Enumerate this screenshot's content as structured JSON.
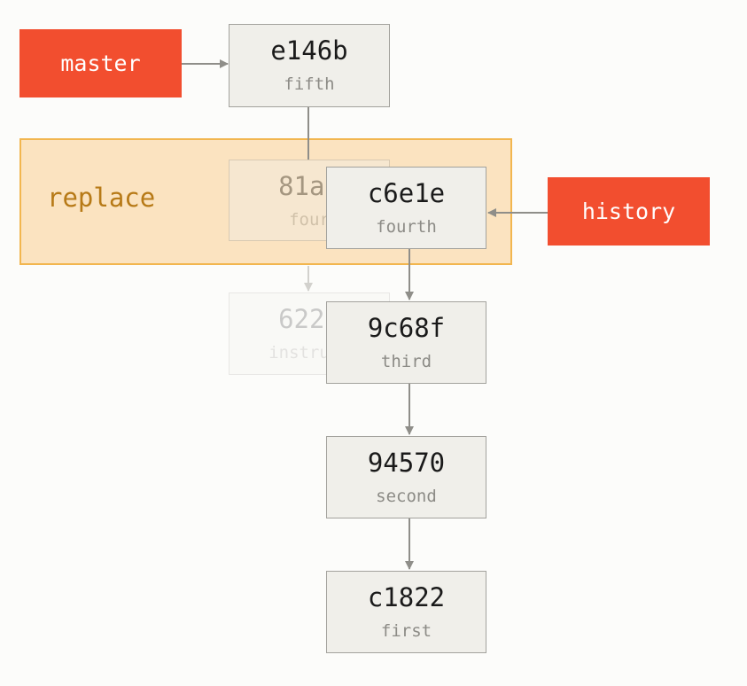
{
  "refs": {
    "master": "master",
    "history": "history",
    "replace": "replace"
  },
  "commits": {
    "e146b": {
      "hash": "e146b",
      "msg": "fifth"
    },
    "81a7": {
      "hash": "81a7",
      "msg": "four"
    },
    "622e": {
      "hash": "622e",
      "msg": "instruct"
    },
    "c6e1e": {
      "hash": "c6e1e",
      "msg": "fourth"
    },
    "9c68f": {
      "hash": "9c68f",
      "msg": "third"
    },
    "94570": {
      "hash": "94570",
      "msg": "second"
    },
    "c1822": {
      "hash": "c1822",
      "msg": "first"
    }
  },
  "colors": {
    "ref": "#f24e2f",
    "replace_fill": "#fbe3c0",
    "replace_border": "#f2b64f",
    "commit_fill": "#f0efea",
    "arrow": "#8f8e89"
  }
}
